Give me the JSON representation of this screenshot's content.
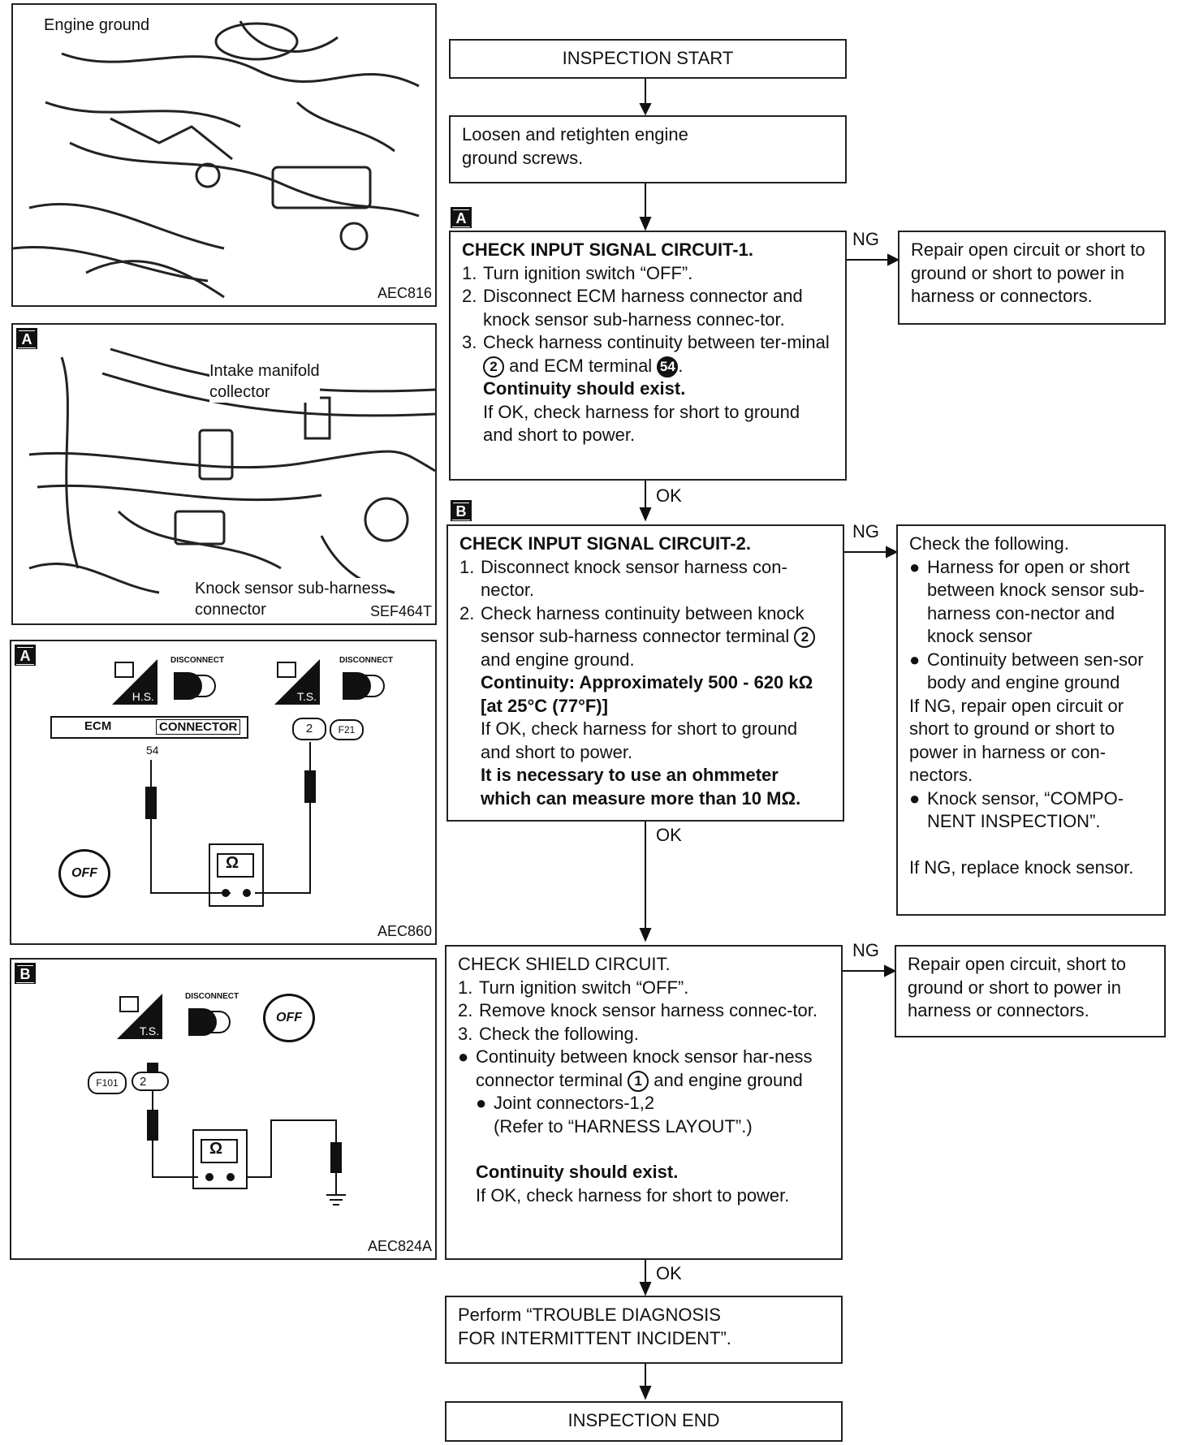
{
  "left_panels": {
    "engine_ground": {
      "callout": "Engine ground",
      "code": "AEC816"
    },
    "photo_a": {
      "tag": "A",
      "callout_intake": "Intake manifold\ncollector",
      "callout_knock": "Knock sensor sub-harness\nconnector",
      "code": "SEF464T"
    },
    "diagram_a": {
      "tag": "A",
      "hs_label": "H.S.",
      "ts_label": "T.S.",
      "disconnect_1": "DISCONNECT",
      "disconnect_2": "DISCONNECT",
      "ecm_label": "ECM",
      "connector_label": "CONNECTOR",
      "terminal_54": "54",
      "terminal_2": "2",
      "connector_code": "F21",
      "meter_symbol": "Ω",
      "off_label": "OFF",
      "code": "AEC860"
    },
    "diagram_b": {
      "tag": "B",
      "ts_label": "T.S.",
      "disconnect": "DISCONNECT",
      "off_label": "OFF",
      "connector_code": "F101",
      "terminal_2": "2",
      "meter_symbol": "Ω",
      "code": "AEC824A"
    }
  },
  "flow": {
    "start": "INSPECTION START",
    "step0": "Loosen and retighten engine ground screws.",
    "tag_a": "A",
    "tag_b": "B",
    "check1": {
      "title": "CHECK INPUT SIGNAL CIRCUIT-1.",
      "s1": "Turn ignition switch “OFF”.",
      "s2": "Disconnect ECM harness connector and knock sensor sub-harness connec-tor.",
      "s3a": "Check harness continuity between ter-minal",
      "s3b": "and ECM terminal",
      "s3_t1": "2",
      "s3_t2": "54",
      "bold": "Continuity should exist.",
      "ok_note": "If OK, check harness for short to ground and short to power."
    },
    "ng1": "Repair open circuit or short to ground or short to power in harness or connectors.",
    "check2": {
      "title": "CHECK INPUT SIGNAL CIRCUIT-2.",
      "s1": "Disconnect knock sensor harness con-nector.",
      "s2a": "Check harness continuity between knock sensor sub-harness connector terminal",
      "s2b": "and engine ground.",
      "s2_t": "2",
      "bold": "Continuity: Approximately 500 - 620 kΩ [at 25°C (77°F)]",
      "ok_note": "If OK, check harness for short to ground and short to power.",
      "bold2": "It is necessary to use an ohmmeter which can measure more than 10 MΩ."
    },
    "ng2": {
      "title": "Check the following.",
      "b1": "Harness for open or short between knock sensor sub-harness con-nector and knock sensor",
      "b2": "Continuity between sen-sor body and engine ground",
      "p1": "If NG, repair open circuit or short to ground or short to power in harness or con-nectors.",
      "b3": "Knock sensor, “COMPO-NENT INSPECTION”.",
      "p2": "If NG, replace knock sensor."
    },
    "check3": {
      "title": "CHECK SHIELD CIRCUIT.",
      "s1": "Turn ignition switch “OFF”.",
      "s2": "Remove knock sensor harness connec-tor.",
      "s3": "Check the following.",
      "b1a": "Continuity between knock sensor har-ness connector terminal",
      "b1b": "and engine ground",
      "b1_t": "1",
      "b2": "Joint connectors-1,2",
      "b2_ref": "(Refer to “HARNESS LAYOUT”.)",
      "bold": "Continuity should exist.",
      "ok_note": "If OK, check harness for short to power."
    },
    "ng3": "Repair open circuit, short to ground or short to power in harness or connectors.",
    "final": "Perform “TROUBLE DIAGNOSIS FOR INTERMITTENT INCIDENT”.",
    "end": "INSPECTION END",
    "ok_label": "OK",
    "ng_label": "NG"
  }
}
